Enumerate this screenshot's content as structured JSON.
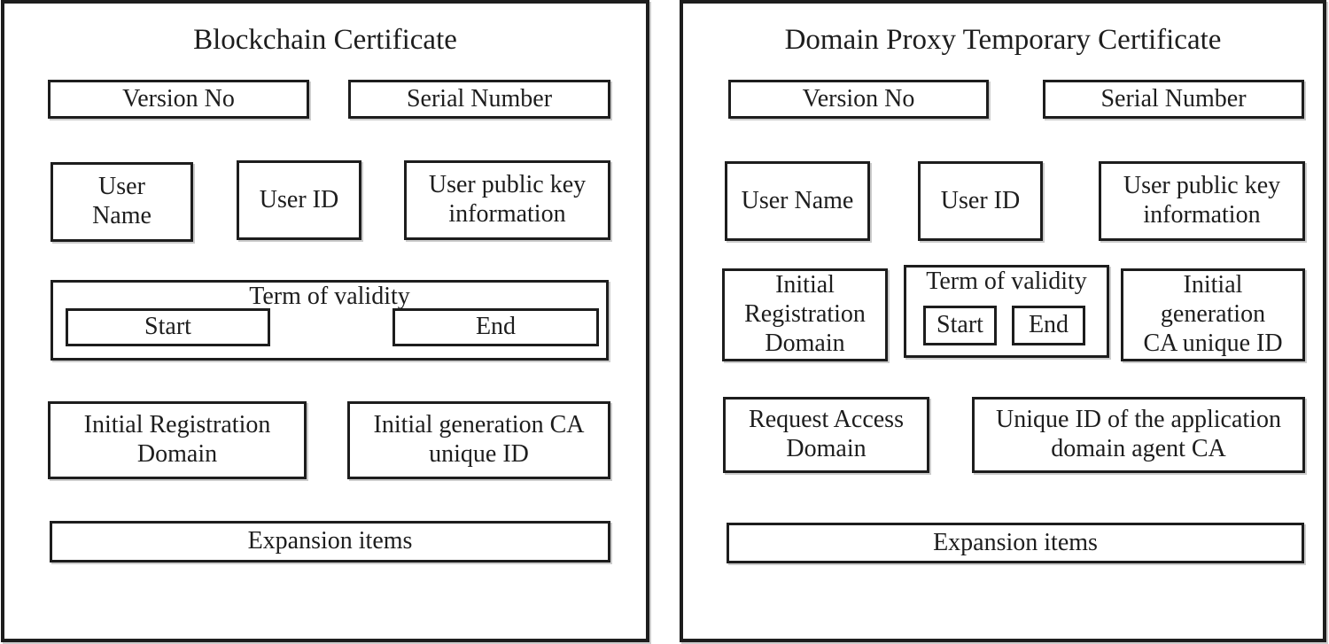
{
  "colors": {
    "ink": "#1d1d1d",
    "paper": "#ffffff"
  },
  "left_panel": {
    "title": "Blockchain Certificate",
    "version_no": "Version No",
    "serial_number": "Serial Number",
    "user_name": "User\nName",
    "user_id": "User ID",
    "user_public_key": "User public key\ninformation",
    "term_of_validity": "Term of validity",
    "start": "Start",
    "end": "End",
    "initial_registration_domain": "Initial Registration\nDomain",
    "initial_generation_ca": "Initial generation CA\nunique ID",
    "expansion_items": "Expansion items"
  },
  "right_panel": {
    "title": "Domain Proxy Temporary Certificate",
    "version_no": "Version No",
    "serial_number": "Serial Number",
    "user_name": "User Name",
    "user_id": "User ID",
    "user_public_key": "User public key\ninformation",
    "initial_registration_domain": "Initial\nRegistration\nDomain",
    "term_of_validity": "Term of validity",
    "start": "Start",
    "end": "End",
    "initial_generation_ca": "Initial\ngeneration\nCA unique ID",
    "request_access_domain": "Request Access\nDomain",
    "unique_id_agent_ca": "Unique ID of the application\ndomain agent CA",
    "expansion_items": "Expansion items"
  }
}
